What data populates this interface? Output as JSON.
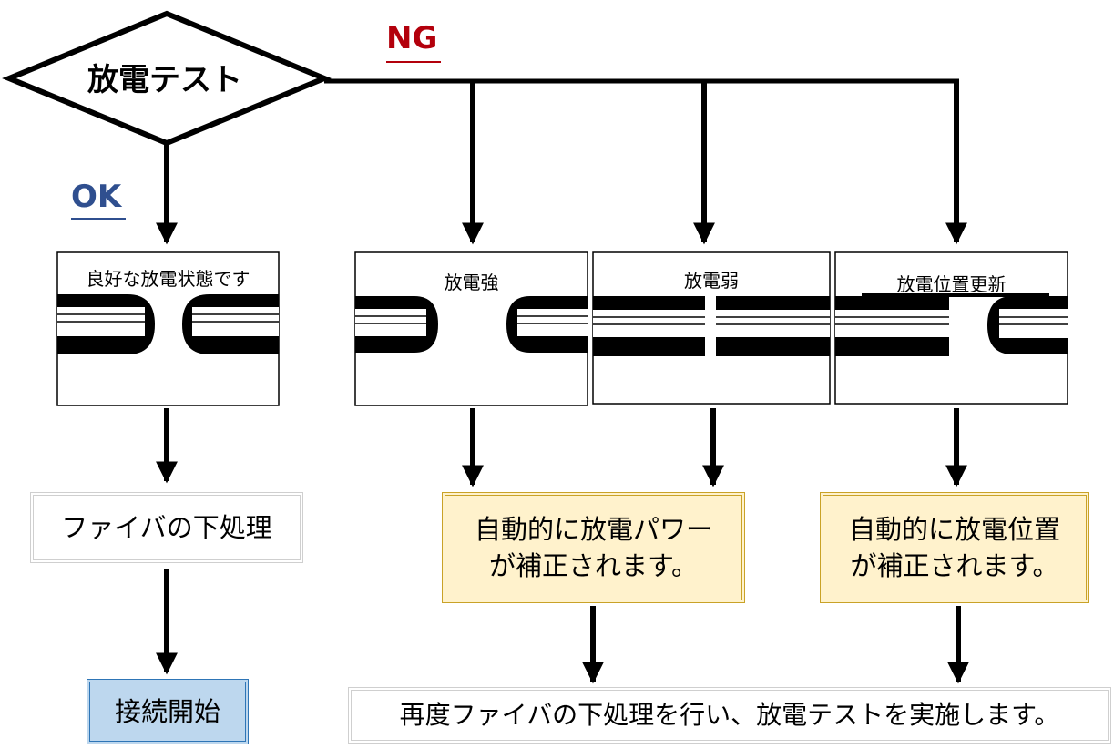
{
  "decision": {
    "label": "放電テスト"
  },
  "branches": {
    "ng": "NG",
    "ok": "OK"
  },
  "states": {
    "good": "良好な放電状態です",
    "strong": "放電強",
    "weak": "放電弱",
    "position": "放電位置更新"
  },
  "steps": {
    "prep": "ファイバの下処理",
    "start": "接続開始",
    "power_fix": [
      "自動的に放電パワー",
      "が補正されます。"
    ],
    "position_fix": [
      "自動的に放電位置",
      "が補正されます。"
    ],
    "retry": "再度ファイバの下処理を行い、放電テストを実施します。"
  },
  "colors": {
    "ng": "#b3000c",
    "ok": "#2f4f8f",
    "yellow_fill": "#fff2cc",
    "yellow_border": "#c9a227",
    "blue_fill": "#bdd7ee",
    "blue_border": "#2e75b6"
  }
}
